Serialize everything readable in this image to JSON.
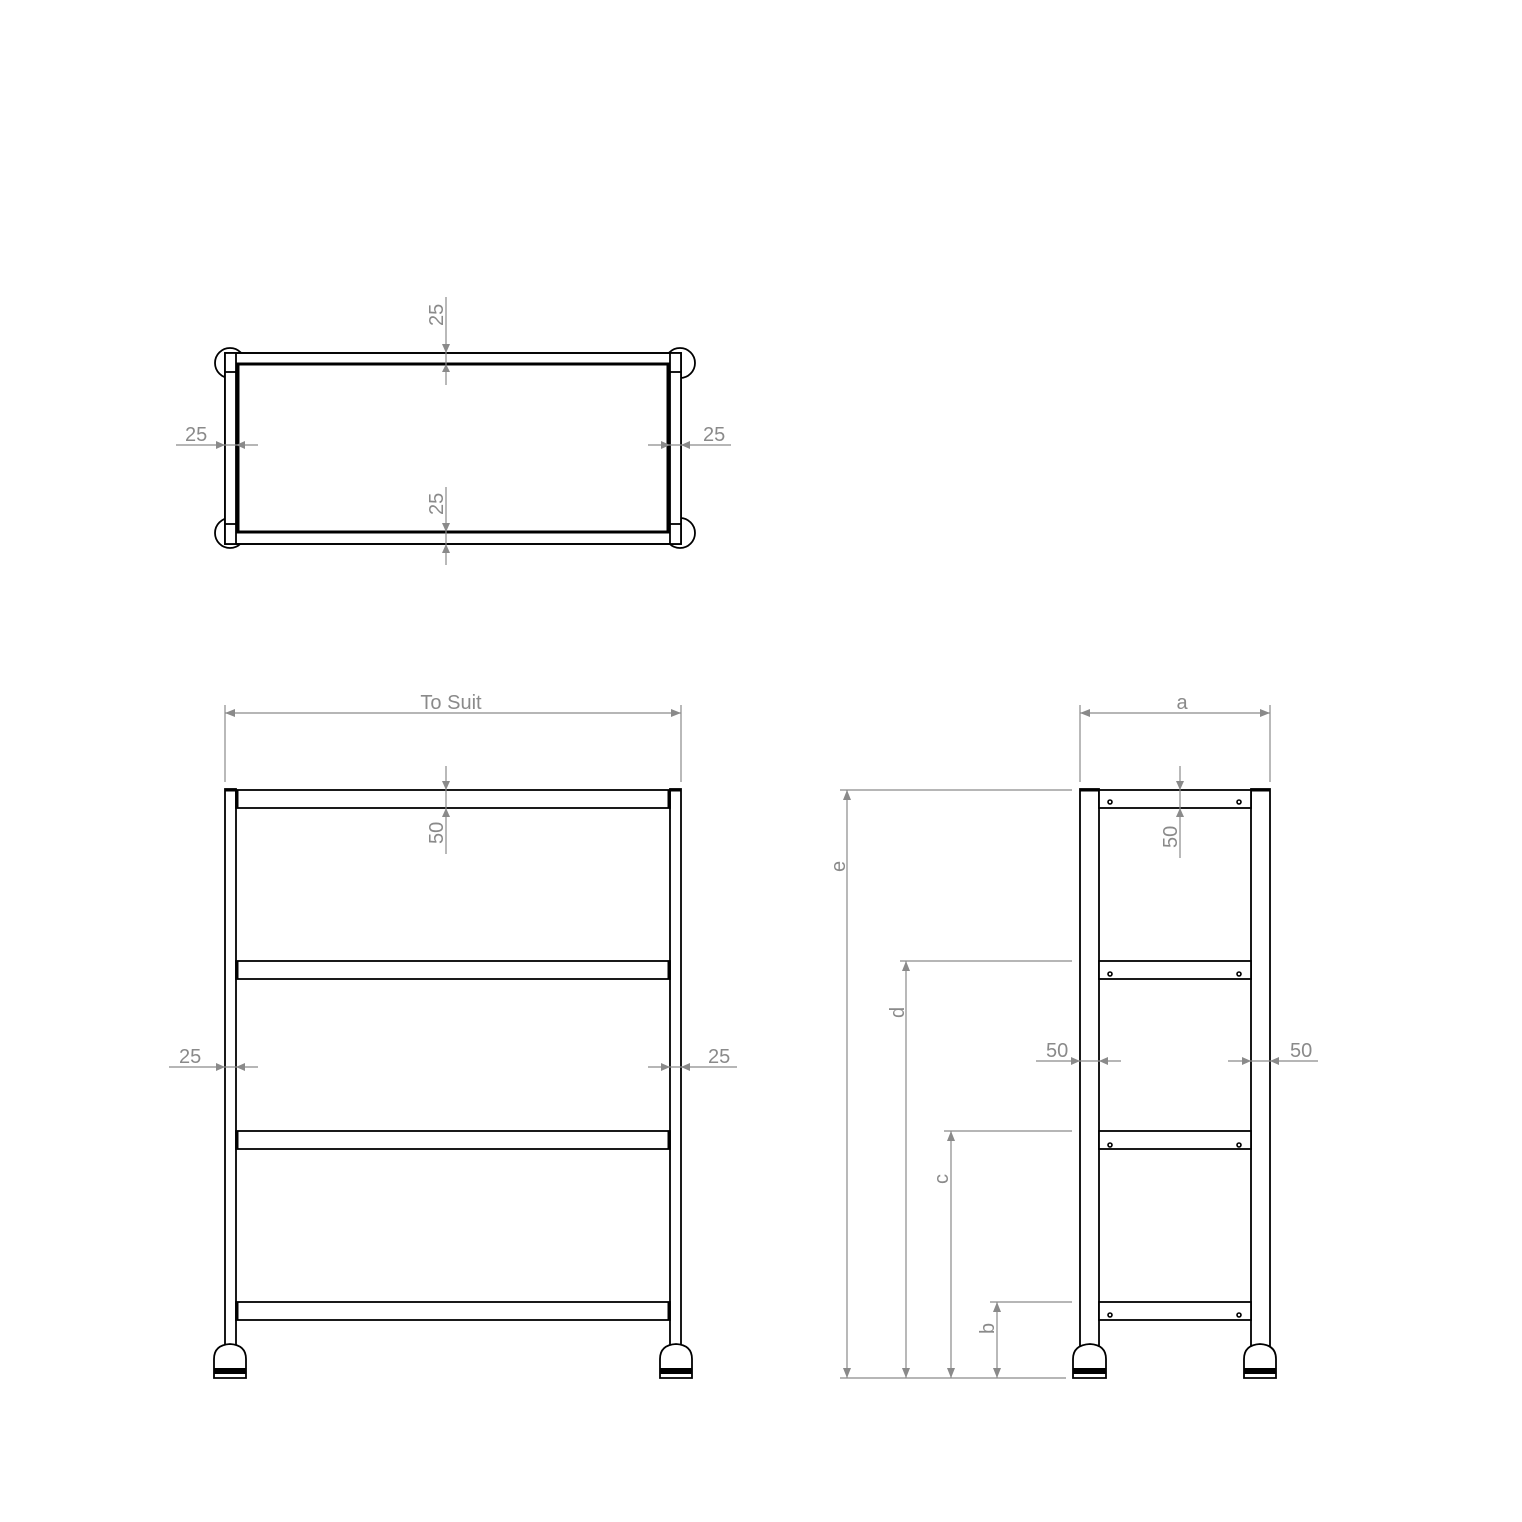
{
  "drawing": {
    "plan_view": {
      "dims": {
        "top_rail": "25",
        "bottom_rail": "25",
        "left_post": "25",
        "right_post": "25"
      }
    },
    "front_view": {
      "dims": {
        "overall_width": "To Suit",
        "top_rail_height": "50",
        "left_post": "25",
        "right_post": "25"
      },
      "shelf_count": 4
    },
    "side_view": {
      "dims": {
        "depth": "a",
        "top_rail_height": "50",
        "left_post": "50",
        "right_post": "50",
        "height_b": "b",
        "height_c": "c",
        "height_d": "d",
        "height_e": "e"
      },
      "shelf_count": 4
    },
    "colors": {
      "object_line": "#000000",
      "dimension_line": "#8a8a8a",
      "background": "#ffffff"
    }
  }
}
